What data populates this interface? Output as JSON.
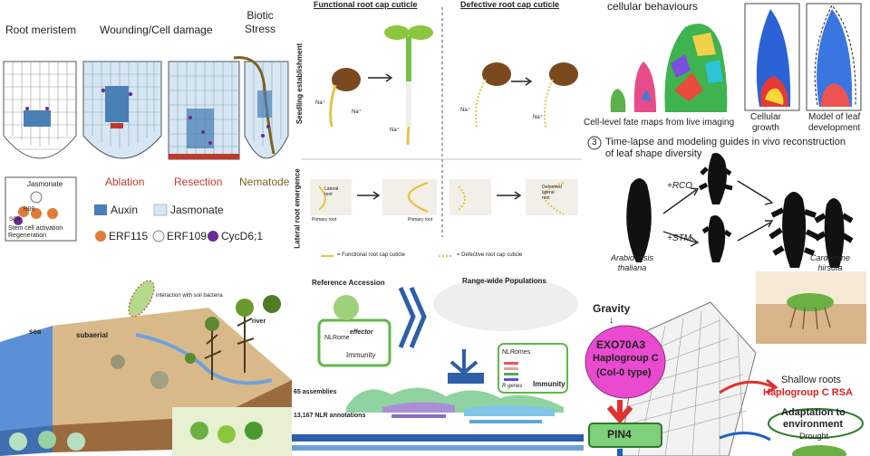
{
  "p1": {
    "col1": "Root meristem",
    "col2": "Wounding/Cell damage",
    "col3": "Biotic\nStress",
    "cap_ablation": "Ablation",
    "cap_resection": "Resection",
    "cap_nematode": "Nematode",
    "inset_jasmonate": "Jasmonate",
    "inset_rbr": "RBR",
    "inset_scr": "SCR",
    "inset_line1": "Stem cell activation",
    "inset_line2": "Regeneration",
    "legend_auxin": "Auxin",
    "legend_jasmonate": "Jasmonate",
    "legend_erf115": "ERF115",
    "legend_erf109": "ERF109",
    "legend_cycd": "CycD6;1",
    "colors": {
      "auxin": "#4a7fb5",
      "jasmonate": "#d6e6f5",
      "ablation": "#c0392b",
      "nematode": "#7a6320",
      "erf115": "#e07b39",
      "cycd": "#6a2c91"
    }
  },
  "p2": {
    "head_left": "Functional  root cap cuticle",
    "head_right": "Defective  root cap cuticle",
    "row1": "Seedling establishment",
    "row2": "Lateral root emergence",
    "na": "Na⁺",
    "lateral_root": "Lateral\nroot",
    "primary_root": "Primary root",
    "deformed": "Deformed\nlateral\nroot",
    "legend_func": "= Functional root cap cuticle",
    "legend_def": "= Defective root cap cuticle"
  },
  "p3": {
    "title_top": "cellular behaviours",
    "fate_caption": "Cell-level fate maps from live imaging",
    "growth_caption": "Cellular\ngrowth",
    "model_caption": "Model of leaf\ndevelopment",
    "step3_num": "3",
    "step3_text": "Time-lapse and modeling guides in vivo reconstruction\nof leaf shape diversity",
    "rco": "+RCO",
    "stm": "+STM",
    "species1": "Arabidopsis\nthaliana",
    "species2": "Cardamine\nhirsuta"
  },
  "p4": {
    "sea": "sea",
    "subaerial": "subaerial",
    "river": "river",
    "bubble": "interaction with soil bacteria"
  },
  "p5": {
    "ref": "Reference Accession",
    "range": "Range-wide Populations",
    "nlrome": "NLRome",
    "effector": "effector",
    "immunity": "Immunity",
    "nlromes": "NLRomes",
    "rgenes": "R genes",
    "immunity2": "Immunity",
    "assemblies": "65 assemblies",
    "annotations": "13,167 NLR annotations"
  },
  "p6": {
    "gravity": "Gravity",
    "gravity_arrow": "↓",
    "exo1": "EXO70A3",
    "exo2": "Haplogroup C",
    "exo3": "(Col-0 type)",
    "pin4": "PIN4",
    "shallow": "Shallow roots",
    "haplo": "Haplogroup C RSA",
    "adapt1": "Adaptation to",
    "adapt2": "environment",
    "drought": "Drought"
  }
}
